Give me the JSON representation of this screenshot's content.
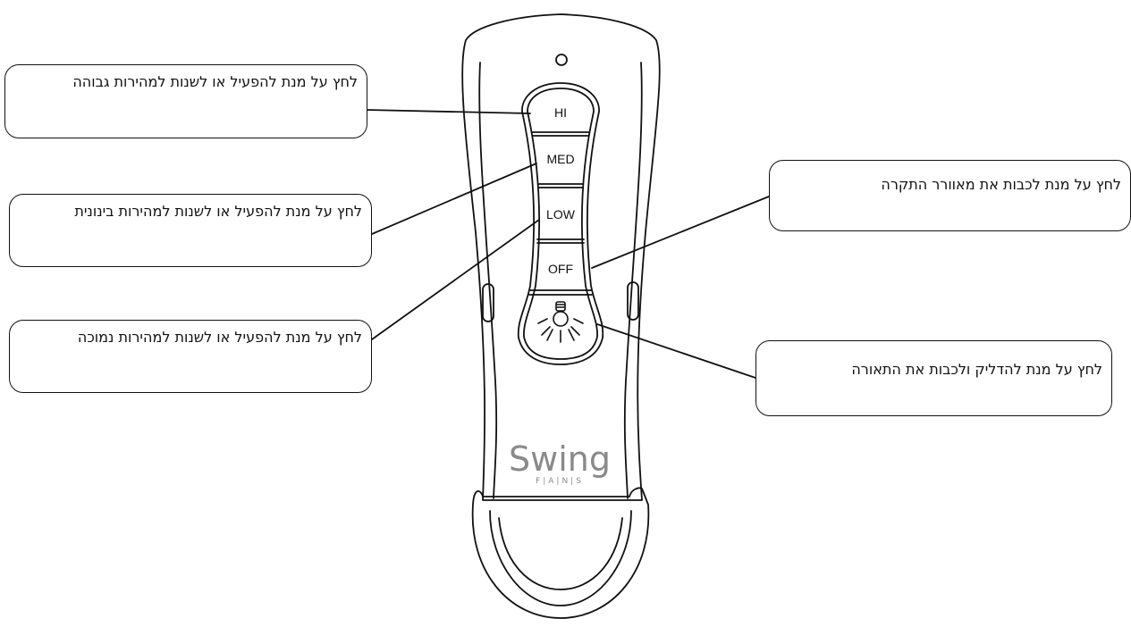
{
  "remote": {
    "buttons": {
      "hi": "HI",
      "med": "MED",
      "low": "LOW",
      "off": "OFF"
    },
    "logo": {
      "main": "Swing",
      "sub": "F|A|N|S"
    }
  },
  "callouts": {
    "hi": "לחץ על מנת להפעיל או לשנות למהירות גבוהה",
    "med": "לחץ על מנת להפעיל או לשנות למהירות בינונית",
    "low": "לחץ על מנת להפעיל או לשנות למהירות נמוכה",
    "off": "לחץ על מנת לכבות את מאוורר התקרה",
    "light": "לחץ על מנת להדליק ולכבות את התאורה"
  }
}
